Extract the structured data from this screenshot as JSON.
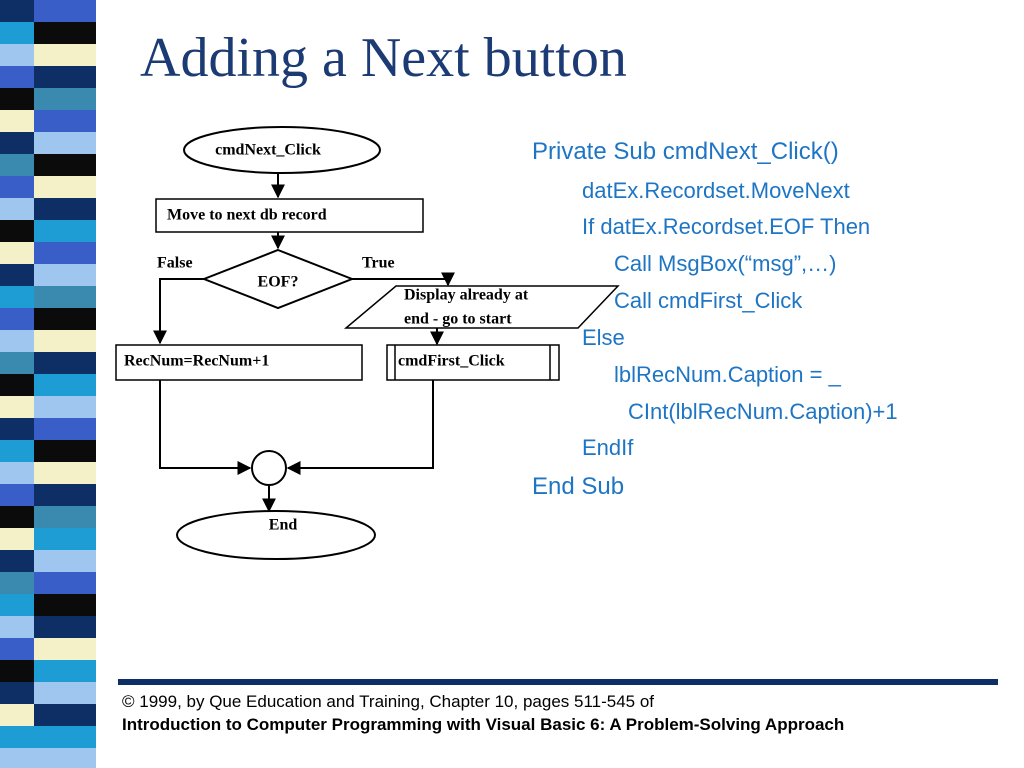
{
  "slide": {
    "title": "Adding a Next button"
  },
  "colors": {
    "title": "#1c3a74",
    "code": "#1e75c4",
    "divider": "#0d2f66",
    "stripe_palette": [
      "#0d2f66",
      "#3a5ec8",
      "#9ec6ee",
      "#f4f1c8",
      "#0b0b0b",
      "#3a8ab0",
      "#1d9dd4",
      "#ffffff"
    ]
  },
  "flowchart": {
    "start": "cmdNext_Click",
    "move": "Move to next db record",
    "decision": "EOF?",
    "false_label": "False",
    "true_label": "True",
    "display_line1": "Display already at",
    "display_line2": "end - go to start",
    "recnum": "RecNum=RecNum+1",
    "cmdfirst": "cmdFirst_Click",
    "end": "End"
  },
  "code": [
    "Private Sub cmdNext_Click()",
    "datEx.Recordset.MoveNext",
    "If datEx.Recordset.EOF Then",
    "Call MsgBox(“msg”,…)",
    "Call cmdFirst_Click",
    "Else",
    "lblRecNum.Caption = _",
    "CInt(lblRecNum.Caption)+1",
    "EndIf",
    "End Sub"
  ],
  "footer": {
    "line1": "© 1999, by Que Education and Training, Chapter 10, pages 511-545 of",
    "line2": "Introduction to Computer Programming with Visual Basic 6: A Problem-Solving Approach"
  }
}
